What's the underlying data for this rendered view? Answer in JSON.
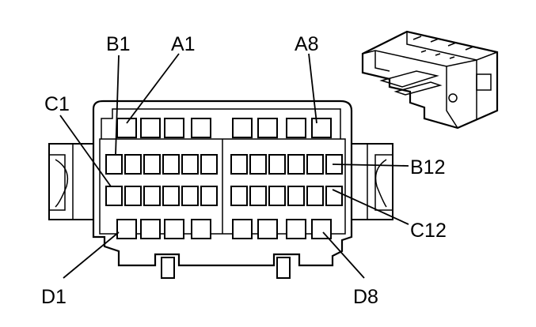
{
  "diagram": {
    "pin_labels": {
      "b1": "B1",
      "a1": "A1",
      "a8": "A8",
      "c1": "C1",
      "b12": "B12",
      "c12": "C12",
      "d1": "D1",
      "d8": "D8"
    },
    "rows": {
      "A": 8,
      "B": 12,
      "C": 12,
      "D": 8
    },
    "colors": {
      "line": "#000000",
      "background": "#ffffff"
    }
  }
}
